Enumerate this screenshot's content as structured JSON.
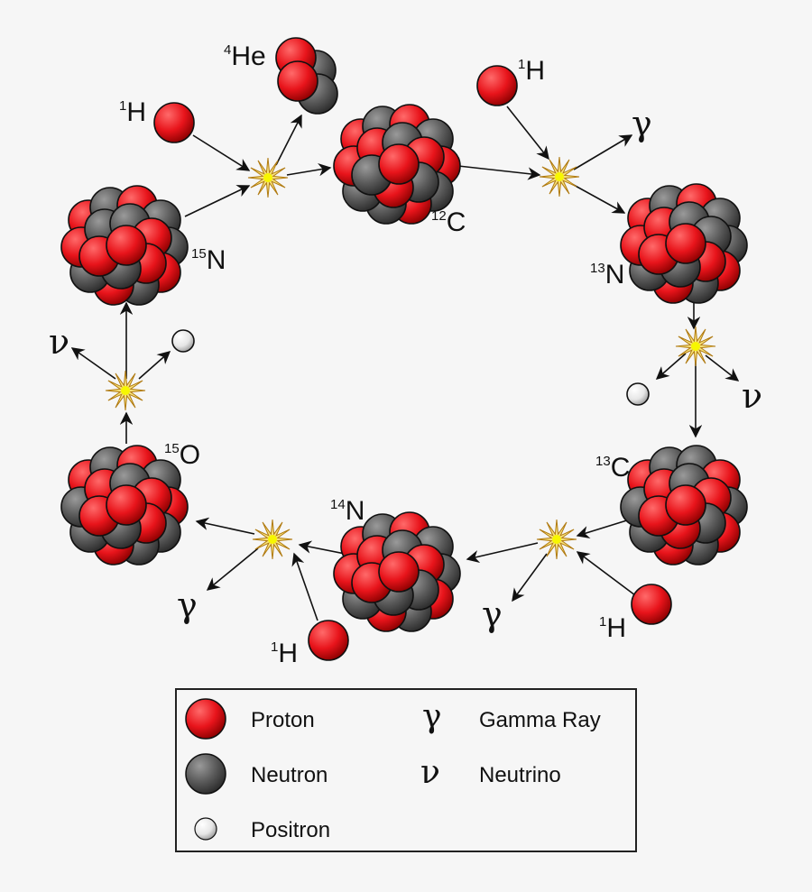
{
  "colors": {
    "background": "#f6f6f6",
    "proton": "#e8141b",
    "neutron": "#555555",
    "positron": "#ffffff",
    "flash": "#f2e020"
  },
  "nuclei": {
    "c12": {
      "mass": "12",
      "symbol": "C"
    },
    "n13": {
      "mass": "13",
      "symbol": "N"
    },
    "c13": {
      "mass": "13",
      "symbol": "C"
    },
    "n14": {
      "mass": "14",
      "symbol": "N"
    },
    "o15": {
      "mass": "15",
      "symbol": "O"
    },
    "n15": {
      "mass": "15",
      "symbol": "N"
    },
    "he4": {
      "mass": "4",
      "symbol": "He"
    }
  },
  "hydrogen": {
    "mass": "1",
    "symbol": "H"
  },
  "particles": {
    "gamma": "γ",
    "neutrino": "ν"
  },
  "legend": {
    "proton": "Proton",
    "neutron": "Neutron",
    "positron": "Positron",
    "gamma": "Gamma Ray",
    "neutrino": "Neutrino"
  }
}
